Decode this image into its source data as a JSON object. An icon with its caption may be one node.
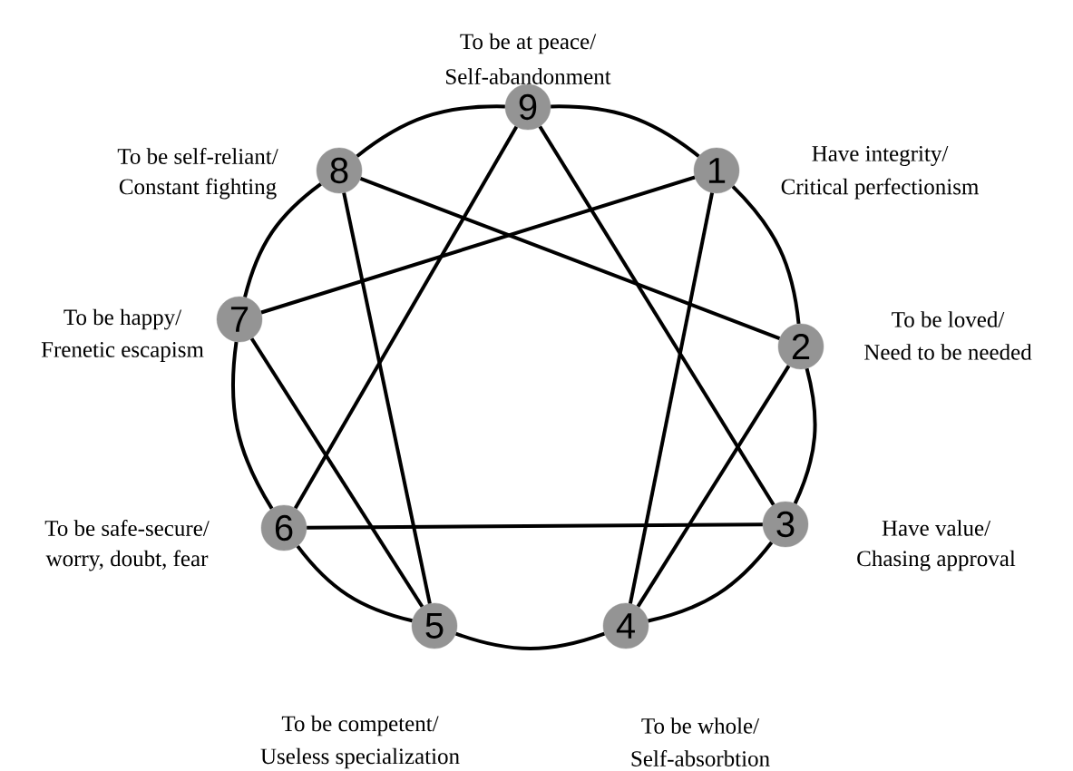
{
  "diagram": {
    "nodes": [
      {
        "text": [
          "9"
        ],
        "beside": [
          "To be at peace/",
          "Self-abandonment"
        ]
      },
      {
        "text": [
          "8"
        ],
        "beside": [
          "To be self-reliant/",
          "Constant fighting"
        ]
      },
      {
        "text": [
          "1"
        ],
        "beside": [
          "Have integrity/",
          "Critical perfectionism"
        ]
      },
      {
        "text": [
          "7"
        ],
        "beside": [
          "To be happy/",
          "Frenetic escapism"
        ]
      },
      {
        "text": [
          "2"
        ],
        "beside": [
          "To be loved/",
          "Need to be needed"
        ]
      },
      {
        "text": [
          "6"
        ],
        "beside": [
          "To be safe-secure/",
          "worry, doubt, fear"
        ]
      },
      {
        "text": [
          "3"
        ],
        "beside": [
          "Have value/",
          "Chasing approval"
        ]
      },
      {
        "text": [
          "5"
        ],
        "beside": [
          "To be competent/",
          "Useless specialization"
        ]
      },
      {
        "text": [
          "4"
        ],
        "beside": [
          "To be whole/",
          "Self-absorbtion"
        ]
      }
    ],
    "edges": [
      {
        "from": 0,
        "to": 2,
        "arrow": "none"
      },
      {
        "from": 2,
        "to": 4,
        "arrow": "none"
      },
      {
        "from": 4,
        "to": 6,
        "arrow": "none"
      },
      {
        "from": 6,
        "to": 8,
        "arrow": "none"
      },
      {
        "from": 8,
        "to": 7,
        "arrow": "none"
      },
      {
        "from": 7,
        "to": 5,
        "arrow": "none"
      },
      {
        "from": 5,
        "to": 3,
        "arrow": "none"
      },
      {
        "from": 3,
        "to": 1,
        "arrow": "none"
      },
      {
        "from": 1,
        "to": 0,
        "arrow": "none"
      },
      {
        "from": 2,
        "to": 8,
        "arrow": "none"
      },
      {
        "from": 8,
        "to": 4,
        "arrow": "none"
      },
      {
        "from": 4,
        "to": 1,
        "arrow": "none"
      },
      {
        "from": 1,
        "to": 7,
        "arrow": "none"
      },
      {
        "from": 7,
        "to": 3,
        "arrow": "none"
      },
      {
        "from": 3,
        "to": 2,
        "arrow": "none"
      },
      {
        "from": 0,
        "to": 6,
        "arrow": "none"
      },
      {
        "from": 6,
        "to": 5,
        "arrow": "none"
      },
      {
        "from": 5,
        "to": 0,
        "arrow": "none"
      }
    ]
  }
}
